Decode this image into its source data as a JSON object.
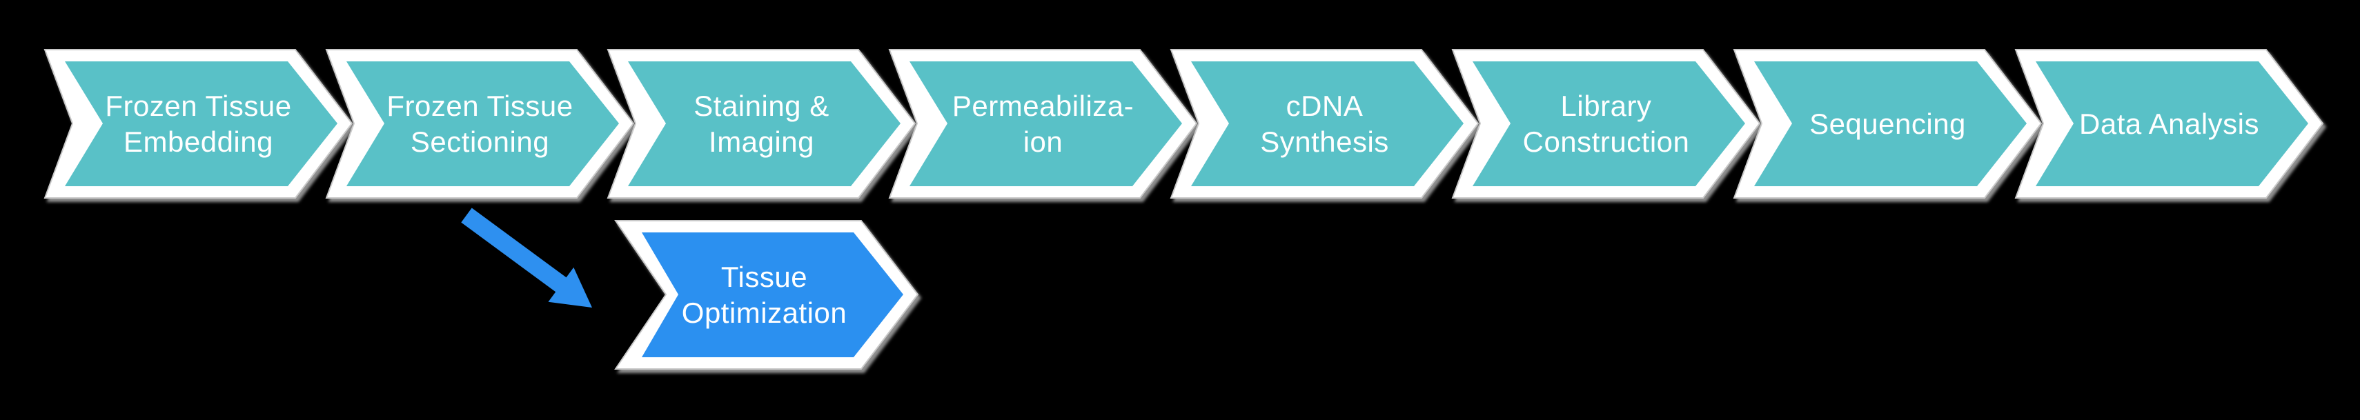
{
  "colors": {
    "background": "#000000",
    "step_fill": "#59C1C7",
    "branch_fill": "#2B90F0",
    "arrow": "#2E90F0",
    "border": "#FFFFFF",
    "border_edge": "#C9C9C9",
    "text": "#FFFFFF"
  },
  "process_flow": {
    "steps": [
      {
        "label": "Frozen Tissue\nEmbedding"
      },
      {
        "label": "Frozen Tissue\nSectioning"
      },
      {
        "label": "Staining &\nImaging"
      },
      {
        "label": "Permeabiliza-\nion"
      },
      {
        "label": "cDNA\nSynthesis"
      },
      {
        "label": "Library\nConstruction"
      },
      {
        "label": "Sequencing"
      },
      {
        "label": "Data Analysis"
      }
    ]
  },
  "branch": {
    "step": {
      "label": "Tissue\nOptimization"
    },
    "arrow_icon": "down-right-arrow-icon"
  }
}
